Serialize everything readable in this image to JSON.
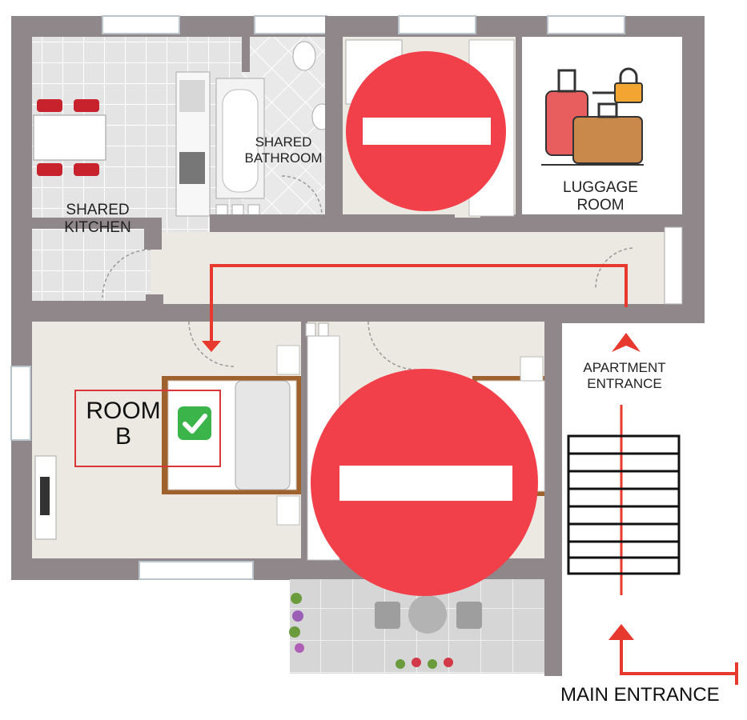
{
  "rooms": {
    "shared_kitchen": "SHARED\nKITCHEN",
    "shared_bathroom": "SHARED\nBATHROOM",
    "luggage_room": "LUGGAGE\nROOM",
    "room_b": "ROOM\nB"
  },
  "labels": {
    "apartment_entrance": "APARTMENT\nENTRANCE",
    "main_entrance": "MAIN ENTRANCE"
  },
  "colors": {
    "wall": "#8f878a",
    "floor": "#ece8e2",
    "tile": "#dedede",
    "route": "#e8392e",
    "no_entry": "#f2404a",
    "highlight_box": "#d9363a",
    "check": "#3bb54a"
  },
  "icons": [
    "no-entry-icon",
    "no-entry-icon",
    "luggage-icon",
    "check-icon",
    "route-arrow-icon"
  ]
}
